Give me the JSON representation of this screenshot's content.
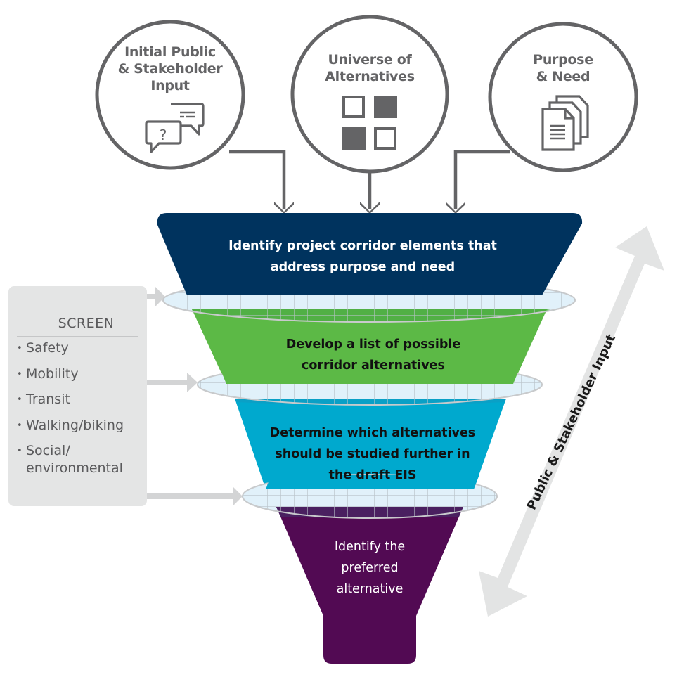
{
  "inputs": [
    {
      "id": "public-input",
      "label_lines": [
        "Initial Public",
        "& Stakeholder",
        "Input"
      ],
      "icon": "speech-bubbles-question-icon"
    },
    {
      "id": "universe",
      "label_lines": [
        "Universe of",
        "Alternatives"
      ],
      "icon": "four-squares-grid-icon"
    },
    {
      "id": "purpose-need",
      "label_lines": [
        "Purpose",
        "& Need"
      ],
      "icon": "stacked-documents-icon"
    }
  ],
  "funnel": [
    {
      "id": "stage-1",
      "lines": [
        "Identify project corridor elements that",
        "address purpose and need"
      ],
      "color": "#00335e",
      "text_color": "#ffffff"
    },
    {
      "id": "stage-2",
      "lines": [
        "Develop a list of possible",
        "corridor alternatives"
      ],
      "color": "#5cb946",
      "text_color": "#111111"
    },
    {
      "id": "stage-3",
      "lines": [
        "Determine which alternatives",
        "should be studied further in",
        "the draft EIS"
      ],
      "color": "#00a9ce",
      "text_color": "#111111"
    },
    {
      "id": "stage-4",
      "lines": [
        "Identify the",
        "preferred",
        "alternative"
      ],
      "color": "#520a53",
      "text_color": "#ffffff"
    }
  ],
  "screen": {
    "title": "SCREEN",
    "bullet": "•",
    "items": [
      "Safety",
      "Mobility",
      "Transit",
      "Walking/biking",
      "Social/\nenvironmental"
    ]
  },
  "side_arrow": {
    "label": "Public & Stakeholder Input"
  },
  "colors": {
    "icon_gray": "#646466",
    "screen_bg": "#e4e5e5",
    "arrow_gray": "#d3d4d5",
    "sieve_fill": "#e1f1fa",
    "sieve_grid": "#b8c4cc",
    "side_arrow": "#e3e4e4"
  }
}
